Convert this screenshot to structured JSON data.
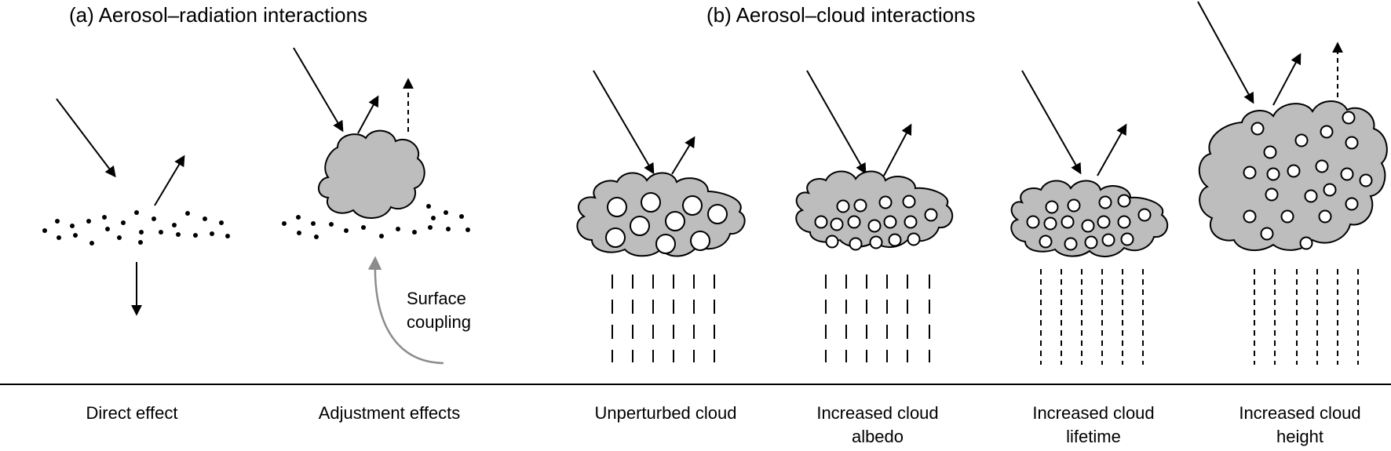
{
  "headings": {
    "a": "(a) Aerosol–radiation interactions",
    "b": "(b) Aerosol–cloud interactions"
  },
  "panels": [
    {
      "caption_line1": "Direct effect",
      "caption_line2": ""
    },
    {
      "caption_line1": "Adjustment effects",
      "caption_line2": ""
    },
    {
      "caption_line1": "Unperturbed cloud",
      "caption_line2": ""
    },
    {
      "caption_line1": "Increased cloud",
      "caption_line2": "albedo"
    },
    {
      "caption_line1": "Increased cloud",
      "caption_line2": "lifetime"
    },
    {
      "caption_line1": "Increased cloud",
      "caption_line2": "height"
    }
  ],
  "surface_coupling": {
    "line1": "Surface",
    "line2": "coupling"
  },
  "icons": [
    "incoming-radiation-arrow-icon",
    "reflected-radiation-arrow-icon",
    "emitted-radiation-dashed-arrow-icon",
    "surface-coupling-arrow-icon",
    "cloud-icon",
    "droplet-icon",
    "aerosol-particle-icon",
    "precipitation-icon"
  ],
  "colors": {
    "cloud_fill": "#bdbdbd",
    "ink": "#000000",
    "coupling_arrow": "#8c8c8c",
    "droplet_fill": "#ffffff"
  }
}
